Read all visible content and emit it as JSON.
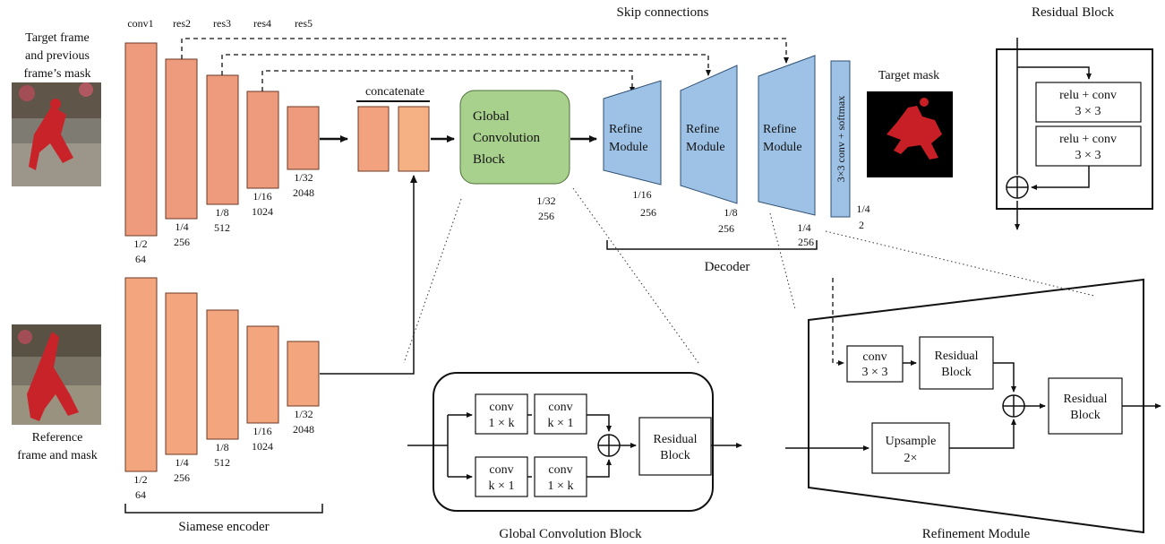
{
  "inputs": {
    "target_frame": [
      "Target frame",
      "and previous",
      "frame’s mask"
    ],
    "reference_frame": [
      "Reference",
      "frame and mask"
    ],
    "target_mask": "Target  mask"
  },
  "encoder": {
    "layer_names": [
      "conv1",
      "res2",
      "res3",
      "res4",
      "res5"
    ],
    "top_scales": [
      "1/2",
      "1/4",
      "1/8",
      "1/16",
      "1/32"
    ],
    "top_channels": [
      "64",
      "256",
      "512",
      "1024",
      "2048"
    ],
    "bottom_scales": [
      "1/2",
      "1/4",
      "1/8",
      "1/16",
      "1/32"
    ],
    "bottom_channels": [
      "64",
      "256",
      "512",
      "1024",
      "2048"
    ],
    "label": "Siamese encoder"
  },
  "concat_label": "concatenate",
  "gcb": {
    "title_lines": [
      "Global",
      "Convolution",
      "Block"
    ],
    "scale": "1/32",
    "channels": "256",
    "detail_title": "Global Convolution Block",
    "conv_top": [
      [
        "conv",
        "1 × k"
      ],
      [
        "conv",
        "k × 1"
      ]
    ],
    "conv_bottom": [
      [
        "conv",
        "k × 1"
      ],
      [
        "conv",
        "1 × k"
      ]
    ],
    "residual": [
      "Residual",
      "Block"
    ]
  },
  "skip_label": "Skip connections",
  "decoder": {
    "refine_label": [
      "Refine",
      "Module"
    ],
    "scales": [
      "1/16",
      "1/8",
      "1/4"
    ],
    "channels": [
      "256",
      "256",
      "256"
    ],
    "final_label": "3×3 conv + softmax",
    "final_scale": "1/4",
    "final_channels": "2",
    "label": "Decoder"
  },
  "residual_block": {
    "title": "Residual Block",
    "layer1": [
      "relu + conv",
      "3 × 3"
    ],
    "layer2": [
      "relu + conv",
      "3 × 3"
    ]
  },
  "refinement": {
    "title": "Refinement Module",
    "conv": [
      "conv",
      "3 × 3"
    ],
    "residual1": [
      "Residual",
      "Block"
    ],
    "residual2": [
      "Residual",
      "Block"
    ],
    "upsample": [
      "Upsample",
      "2×"
    ]
  },
  "colors": {
    "encoder_top": "#ee9a7c",
    "encoder_bottom": "#f3a67e",
    "gcb": "#a9d18e",
    "decoder": "#9ec2e6"
  }
}
